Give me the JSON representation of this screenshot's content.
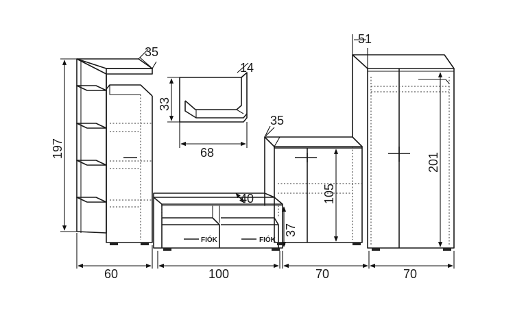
{
  "dimensions": {
    "shelf_height": "197",
    "shelf_depth": "35",
    "wall_shelf_height": "33",
    "wall_shelf_depth": "14",
    "wall_shelf_width": "68",
    "cabinet_depth": "35",
    "tv_stand_depth": "40",
    "tv_stand_height": "37",
    "cabinet_height": "105",
    "wardrobe_depth": "51",
    "wardrobe_height": "201",
    "width_shelf": "60",
    "width_tv": "100",
    "width_cabinet": "70",
    "width_wardrobe": "70"
  },
  "drawer_labels": [
    "FIÓK",
    "FIÓK"
  ],
  "colors": {
    "line": "#1a1a1a",
    "background": "#ffffff"
  }
}
